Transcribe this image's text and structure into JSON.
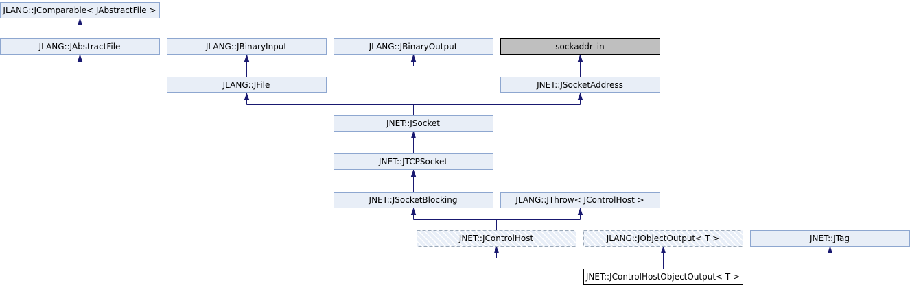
{
  "colors": {
    "node_fill": "#e8eef7",
    "node_border": "#8ea7d0",
    "external_fill": "#bfbfbf",
    "external_border": "#000000",
    "focus_fill": "#ffffff",
    "focus_border": "#000000",
    "hatched_fill": "#e8eef7",
    "hatched_border": "#9aa8b8",
    "edge": "#191970"
  },
  "nodes": [
    {
      "id": "jcomparable",
      "label": "JLANG::JComparable< JAbstractFile >",
      "style": "normal"
    },
    {
      "id": "jabstractfile",
      "label": "JLANG::JAbstractFile",
      "style": "normal"
    },
    {
      "id": "jbinaryinput",
      "label": "JLANG::JBinaryInput",
      "style": "normal"
    },
    {
      "id": "jbinaryoutput",
      "label": "JLANG::JBinaryOutput",
      "style": "normal"
    },
    {
      "id": "sockaddr_in",
      "label": "sockaddr_in",
      "style": "external"
    },
    {
      "id": "jfile",
      "label": "JLANG::JFile",
      "style": "normal"
    },
    {
      "id": "jsocketaddress",
      "label": "JNET::JSocketAddress",
      "style": "normal"
    },
    {
      "id": "jsocket",
      "label": "JNET::JSocket",
      "style": "normal"
    },
    {
      "id": "jtcpsocket",
      "label": "JNET::JTCPSocket",
      "style": "normal"
    },
    {
      "id": "jsocketblocking",
      "label": "JNET::JSocketBlocking",
      "style": "normal"
    },
    {
      "id": "jthrow",
      "label": "JLANG::JThrow< JControlHost >",
      "style": "normal"
    },
    {
      "id": "jcontrolhost",
      "label": "JNET::JControlHost",
      "style": "hatched"
    },
    {
      "id": "jobjectoutput",
      "label": "JLANG::JObjectOutput< T >",
      "style": "hatched"
    },
    {
      "id": "jtag",
      "label": "JNET::JTag",
      "style": "normal"
    },
    {
      "id": "jcontrolhostobjectoutput",
      "label": "JNET::JControlHostObjectOutput< T >",
      "style": "focus"
    }
  ],
  "edges": [
    {
      "from": "jabstractfile",
      "to": "jcomparable"
    },
    {
      "from": "jfile",
      "to": "jabstractfile"
    },
    {
      "from": "jfile",
      "to": "jbinaryinput"
    },
    {
      "from": "jfile",
      "to": "jbinaryoutput"
    },
    {
      "from": "jsocketaddress",
      "to": "sockaddr_in"
    },
    {
      "from": "jsocket",
      "to": "jfile"
    },
    {
      "from": "jsocket",
      "to": "jsocketaddress"
    },
    {
      "from": "jtcpsocket",
      "to": "jsocket"
    },
    {
      "from": "jsocketblocking",
      "to": "jtcpsocket"
    },
    {
      "from": "jcontrolhost",
      "to": "jsocketblocking"
    },
    {
      "from": "jcontrolhost",
      "to": "jthrow"
    },
    {
      "from": "jcontrolhostobjectoutput",
      "to": "jcontrolhost"
    },
    {
      "from": "jcontrolhostobjectoutput",
      "to": "jobjectoutput"
    },
    {
      "from": "jcontrolhostobjectoutput",
      "to": "jtag"
    }
  ]
}
